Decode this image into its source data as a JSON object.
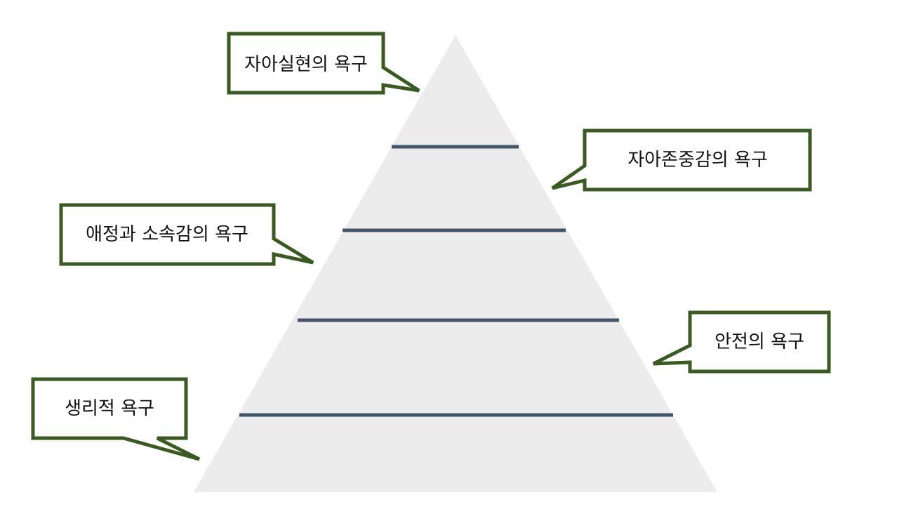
{
  "colors": {
    "pyramid_fill": "#ececec",
    "divider": "#44546a",
    "callout_border": "#3b5a22",
    "callout_fill": "#ffffff",
    "text": "#111111"
  },
  "levels": [
    {
      "id": "self-actualization",
      "label": "자아실현의 욕구"
    },
    {
      "id": "esteem",
      "label": "자아존중감의 욕구"
    },
    {
      "id": "belonging",
      "label": "애정과 소속감의 욕구"
    },
    {
      "id": "safety",
      "label": "안전의 욕구"
    },
    {
      "id": "physiological",
      "label": "생리적 욕구"
    }
  ]
}
